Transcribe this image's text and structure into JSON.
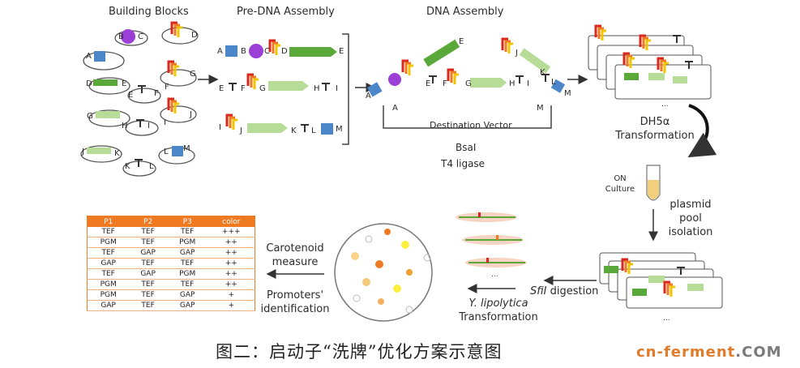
{
  "headers": {
    "building_blocks": "Building Blocks",
    "pre_dna": "Pre-DNA Assembly",
    "dna_assembly": "DNA Assembly"
  },
  "parts": {
    "a": "A",
    "b": "B",
    "c": "C",
    "d": "D",
    "e": "E",
    "f": "F",
    "g": "G",
    "h": "H",
    "i": "I",
    "j": "J",
    "k": "K",
    "l": "L",
    "m": "M"
  },
  "destination_vector": "Destination Vector",
  "enzyme": "BsaI",
  "ligase": "T4 ligase",
  "transformation": {
    "line1": "DH5α",
    "line2": "Transformation"
  },
  "culture": {
    "line1": "ON",
    "line2": "Culture"
  },
  "plasmid": {
    "line1": "plasmid",
    "line2": "pool",
    "line3": "isolation"
  },
  "digestion": {
    "enzyme": "SfiI",
    "rest": " digestion"
  },
  "yeast": {
    "species": "Y. lipolytica",
    "line2": "Transformation"
  },
  "measure": {
    "line1": "Carotenoid",
    "line2": "measure",
    "line3": "Promoters'",
    "line4": "identification"
  },
  "ellipsis": "...",
  "table": {
    "columns": [
      "P1",
      "P2",
      "P3",
      "color"
    ],
    "rows": [
      [
        "TEF",
        "TEF",
        "TEF",
        "+++"
      ],
      [
        "PGM",
        "TEF",
        "PGM",
        "++"
      ],
      [
        "TEF",
        "GAP",
        "GAP",
        "++"
      ],
      [
        "GAP",
        "TEF",
        "TEF",
        "++"
      ],
      [
        "TEF",
        "GAP",
        "PGM",
        "++"
      ],
      [
        "PGM",
        "TEF",
        "TEF",
        "++"
      ],
      [
        "PGM",
        "TEF",
        "GAP",
        "+"
      ],
      [
        "GAP",
        "TEF",
        "GAP",
        "+"
      ]
    ]
  },
  "caption": "图二：启动子“洗牌”优化方案示意图",
  "brand": {
    "part1": "cn-ferment",
    "part2": ".COM"
  },
  "colors": {
    "blue": "#4a86c8",
    "purple": "#9b3fd6",
    "green_dark": "#5aa83a",
    "green_light": "#b7dc97",
    "orange": "#f07a22",
    "red": "#d9281e",
    "yellow": "#f5c400"
  }
}
